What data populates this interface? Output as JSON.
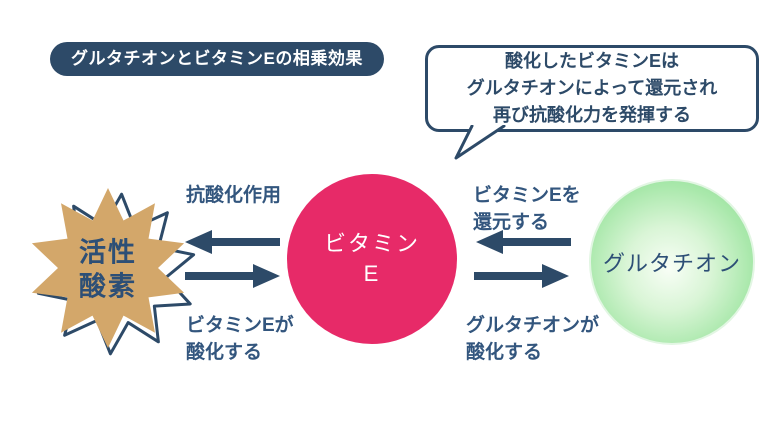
{
  "title": "グルタチオンとビタミンEの相乗効果",
  "bubble": {
    "lines": [
      "酸化したビタミンEは",
      "グルタチオンによって還元され",
      "再び抗酸化力を発揮する"
    ]
  },
  "nodes": {
    "reactive_oxygen": {
      "lines": [
        "活性",
        "酸素"
      ]
    },
    "vitamin_e": {
      "lines": [
        "ビタミン",
        "E"
      ]
    },
    "glutathione": {
      "label": "グルタチオン"
    }
  },
  "labels": {
    "antioxidant_action": "抗酸化作用",
    "vitamin_e_oxidizes": {
      "lines": [
        "ビタミンEが",
        "酸化する"
      ]
    },
    "reduce_vitamin_e": {
      "lines": [
        "ビタミンEを",
        "還元する"
      ]
    },
    "glutathione_oxidizes": {
      "lines": [
        "グルタチオンが",
        "酸化する"
      ]
    }
  },
  "colors": {
    "navy": "#2d4a68",
    "label_navy": "#33567e",
    "star_tan": "#d3a76a",
    "vitamin_pink": "#e72a68",
    "glutathione_green": "#87da90",
    "background": "#ffffff"
  }
}
